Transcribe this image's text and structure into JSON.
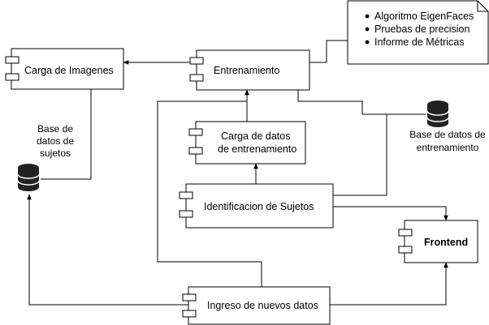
{
  "components": {
    "carga_imagenes": "Carga de Imagenes",
    "entrenamiento": "Entrenamiento",
    "carga_datos_line1": "Carga de datos",
    "carga_datos_line2": "de entrenamiento",
    "identificacion": "Identificacion de Sujetos",
    "frontend": "Frontend",
    "ingreso": "Ingreso de nuevos datos"
  },
  "note": {
    "items": [
      "Algoritmo EigenFaces",
      "Pruebas de precision",
      "Informe de Métricas"
    ]
  },
  "databases": {
    "sujetos": {
      "lines": [
        "Base de",
        "datos de",
        "sujetos"
      ]
    },
    "entrenamiento": {
      "lines": [
        "Base de datos de",
        "entrenamiento"
      ]
    }
  },
  "colors": {
    "line": "#000000",
    "fill": "#ffffff",
    "db_fill": "#222222"
  }
}
